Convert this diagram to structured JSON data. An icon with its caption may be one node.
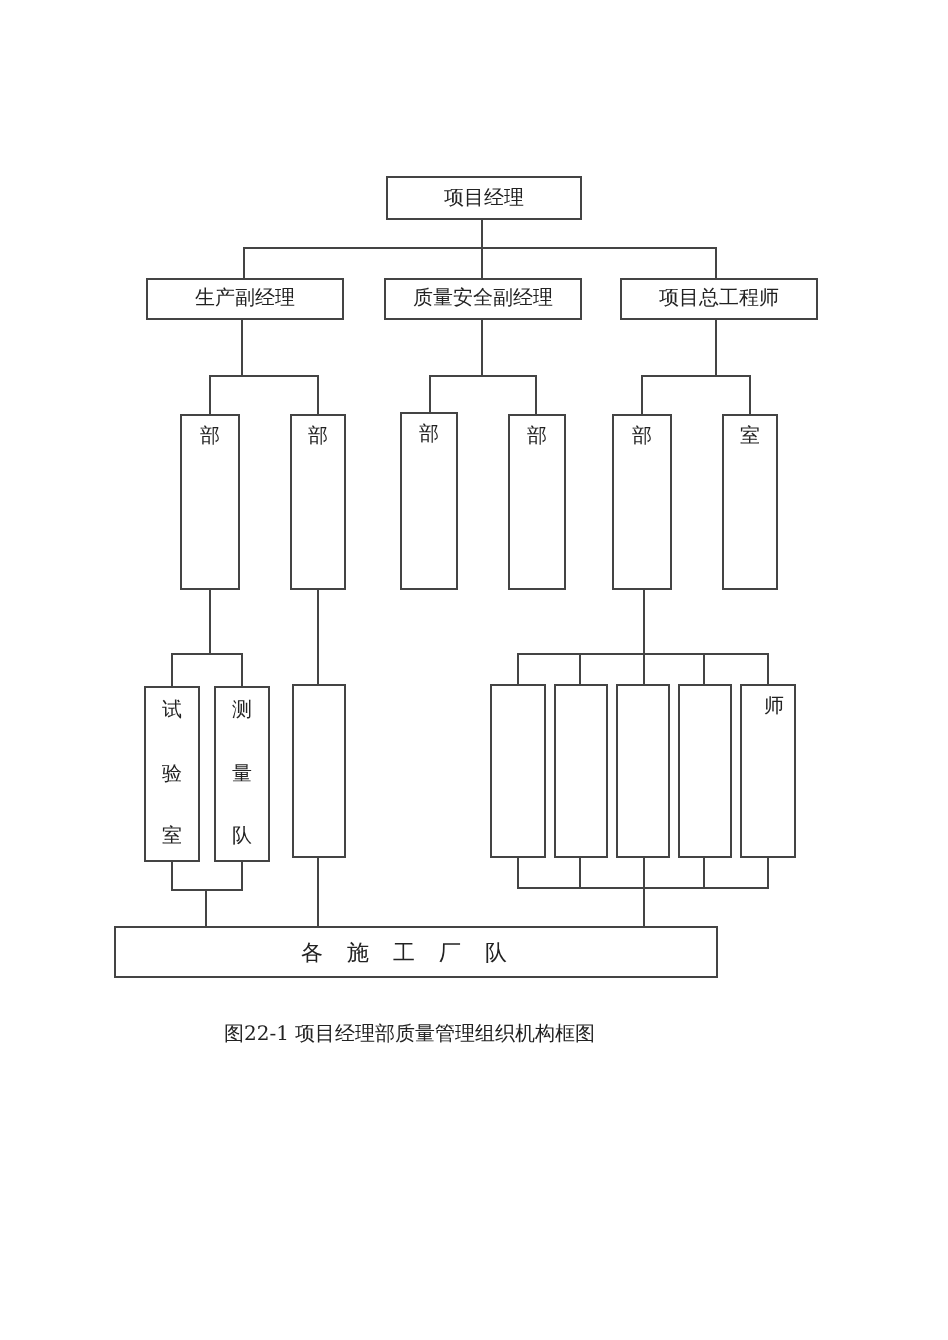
{
  "diagram": {
    "caption": "图22-1 项目经理部质量管理组织机构框图",
    "nodes": [
      {
        "text": [
          "项目经理"
        ]
      },
      {
        "text": [
          "生产副经理"
        ]
      },
      {
        "text": [
          "质量安全副经理"
        ]
      },
      {
        "text": [
          "项目总工程师"
        ]
      },
      {
        "text": [
          "部"
        ]
      },
      {
        "text": [
          "部"
        ]
      },
      {
        "text": [
          "部"
        ]
      },
      {
        "text": [
          "部"
        ]
      },
      {
        "text": [
          "部"
        ]
      },
      {
        "text": [
          "室"
        ]
      },
      {
        "text": [
          "试验室"
        ]
      },
      {
        "text": [
          "测量队"
        ]
      },
      {
        "text": [],
        "shape": "box"
      },
      {
        "text": [],
        "shape": "box"
      },
      {
        "text": [],
        "shape": "box"
      },
      {
        "text": [],
        "shape": "box"
      },
      {
        "text": [],
        "shape": "box"
      },
      {
        "text": [
          "师"
        ]
      },
      {
        "text": [
          "各施工厂队"
        ]
      }
    ],
    "edges": [
      {
        "from": 0,
        "to": 1,
        "arrow": "none"
      },
      {
        "from": 0,
        "to": 2,
        "arrow": "none"
      },
      {
        "from": 0,
        "to": 3,
        "arrow": "none"
      },
      {
        "from": 1,
        "to": 4,
        "arrow": "none"
      },
      {
        "from": 1,
        "to": 5,
        "arrow": "none"
      },
      {
        "from": 2,
        "to": 6,
        "arrow": "none"
      },
      {
        "from": 2,
        "to": 7,
        "arrow": "none"
      },
      {
        "from": 3,
        "to": 8,
        "arrow": "none"
      },
      {
        "from": 3,
        "to": 9,
        "arrow": "none"
      },
      {
        "from": 4,
        "to": 10,
        "arrow": "none"
      },
      {
        "from": 4,
        "to": 11,
        "arrow": "none"
      },
      {
        "from": 5,
        "to": 12,
        "arrow": "none"
      },
      {
        "from": 8,
        "to": 13,
        "arrow": "none"
      },
      {
        "from": 8,
        "to": 14,
        "arrow": "none"
      },
      {
        "from": 8,
        "to": 15,
        "arrow": "none"
      },
      {
        "from": 8,
        "to": 16,
        "arrow": "none"
      },
      {
        "from": 8,
        "to": 17,
        "arrow": "none"
      },
      {
        "from": 10,
        "to": 18,
        "arrow": "none"
      },
      {
        "from": 11,
        "to": 18,
        "arrow": "none"
      },
      {
        "from": 12,
        "to": 18,
        "arrow": "none"
      },
      {
        "from": 13,
        "to": 18,
        "arrow": "none"
      },
      {
        "from": 14,
        "to": 18,
        "arrow": "none"
      },
      {
        "from": 15,
        "to": 18,
        "arrow": "none"
      },
      {
        "from": 16,
        "to": 18,
        "arrow": "none"
      },
      {
        "from": 17,
        "to": 18,
        "arrow": "none"
      }
    ]
  }
}
